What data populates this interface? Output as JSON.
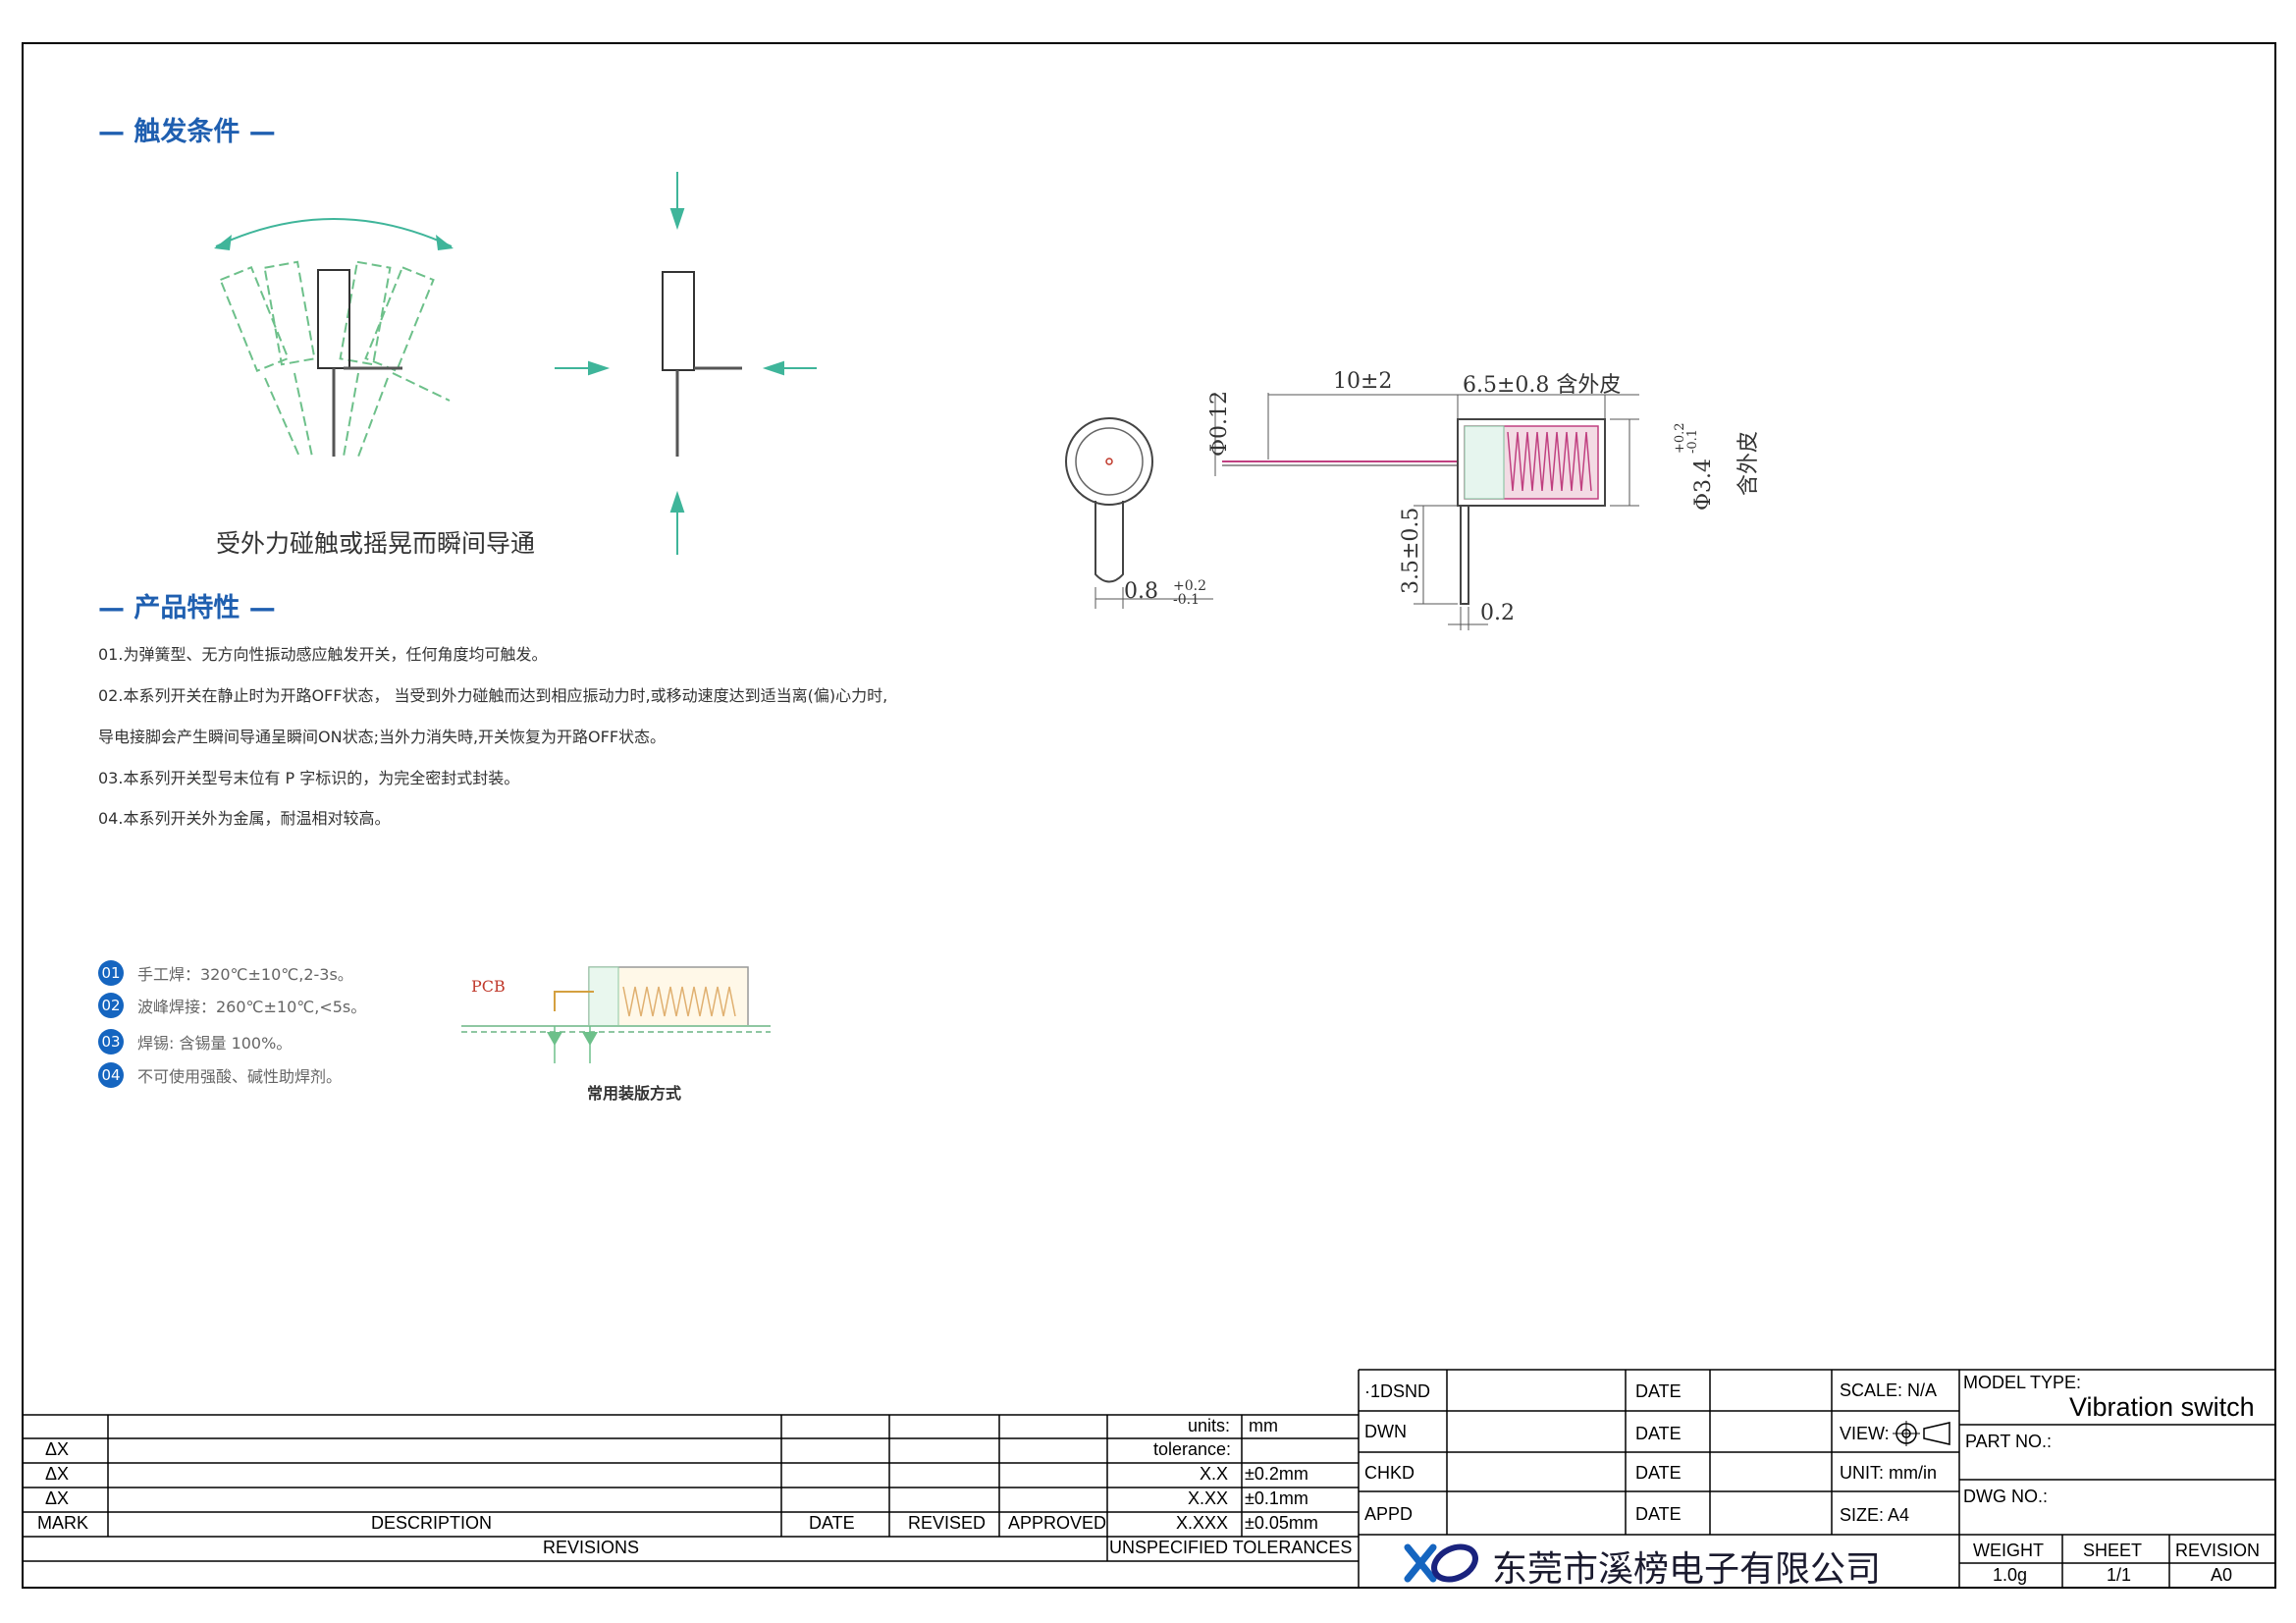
{
  "sections": {
    "trigger_title": "— 触发条件 —",
    "trigger_caption": "受外力碰触或摇晃而瞬间导通",
    "features_title": "— 产品特性 —"
  },
  "features": [
    "01.为弹簧型、无方向性振动感应触发开关，任何角度均可触发。",
    "02.本系列开关在静止时为开路OFF状态，  当受到外力碰触而达到相应振动力时,或移动速度达到适当离(偏)心力时,",
    "导电接脚会产生瞬间导通呈瞬间ON状态;当外力消失時,开关恢复为开路OFF状态。",
    "03.本系列开关型号末位有 P 字标识的，为完全密封式封装。",
    "04.本系列开关外为金属，耐温相对较高。"
  ],
  "soldering": [
    {
      "num": "01",
      "text": "手工焊：320℃±10℃,2-3s。"
    },
    {
      "num": "02",
      "text": "波峰焊接：260℃±10℃,<5s。"
    },
    {
      "num": "03",
      "text": "焊锡: 含锡量 100%。"
    },
    {
      "num": "04",
      "text": "不可使用强酸、碱性助焊剂。"
    }
  ],
  "mounting": {
    "pcb_label": "PCB",
    "caption": "常用装版方式"
  },
  "dimensions": {
    "lead_dia": "Φ0.12",
    "lead_len": "10±2",
    "body_len": "6.5±0.8  含外皮",
    "body_dia": "Φ3.4",
    "body_dia_tol_up": "+0.2",
    "body_dia_tol_dn": "-0.1",
    "body_dia_note": "含外皮",
    "pin_len": "3.5±0.5",
    "pin_thk": "0.2",
    "ring_w": "0.8",
    "ring_tol_up": "+0.2",
    "ring_tol_dn": "-0.1"
  },
  "title_block": {
    "units_label": "units:",
    "units_value": "mm",
    "tolerance_label": "tolerance:",
    "tol_rows": [
      {
        "label": "X.X",
        "value": "±0.2mm"
      },
      {
        "label": "X.XX",
        "value": "±0.1mm"
      },
      {
        "label": "X.XXX",
        "value": "±0.05mm"
      }
    ],
    "delta_rows": [
      "ΔX",
      "ΔX",
      "ΔX"
    ],
    "mark": "MARK",
    "description": "DESCRIPTION",
    "date": "DATE",
    "revised": "REVISED",
    "approved": "APPROVED",
    "revisions": "REVISIONS",
    "unspecified": "UNSPECIFIED TOLERANCES",
    "sign_rows": [
      "·1DSND",
      "DWN",
      "CHKD",
      "APPD"
    ],
    "date_label": "DATE",
    "scale": "SCALE: N/A",
    "view": "VIEW:",
    "unit": "UNIT: mm/in",
    "size": "SIZE: A4",
    "model_type_label": "MODEL TYPE:",
    "model_type": "Vibration switch",
    "part_no": "PART NO.:",
    "dwg_no": "DWG NO.:",
    "weight_label": "WEIGHT",
    "weight": "1.0g",
    "sheet_label": "SHEET",
    "sheet": "1/1",
    "revision_label": "REVISION",
    "revision": "A0",
    "company": "东莞市溪榜电子有限公司"
  }
}
